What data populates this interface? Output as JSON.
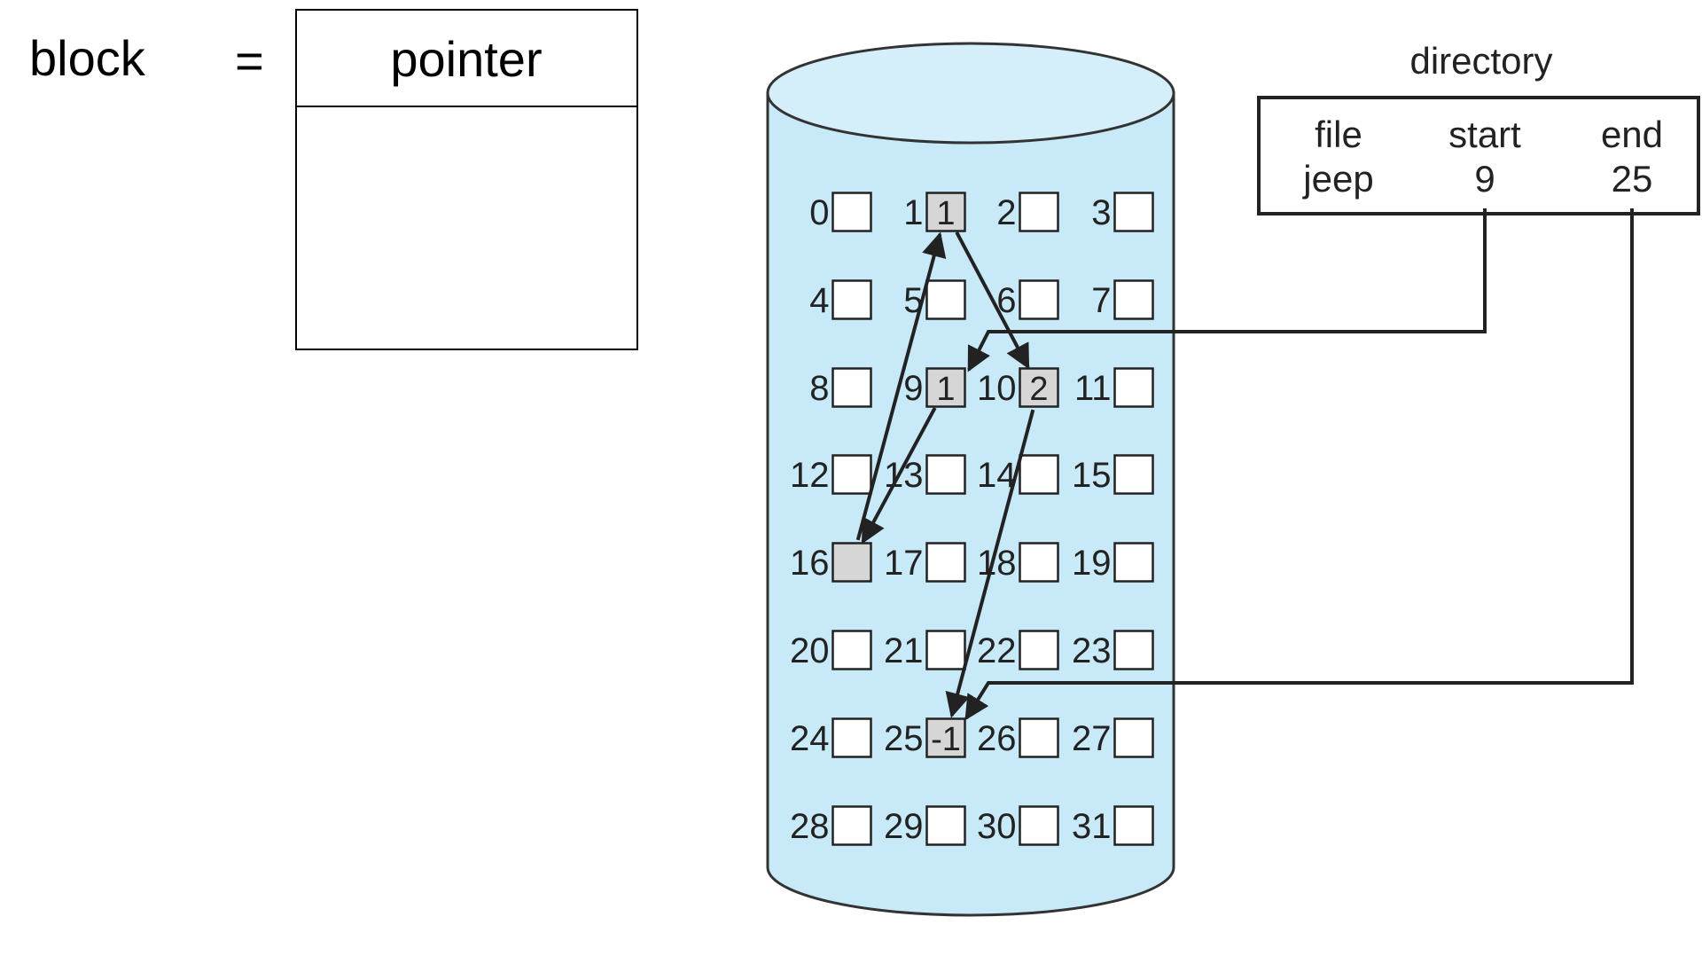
{
  "legend": {
    "block_label": "block",
    "equals": "=",
    "pointer_label": "pointer"
  },
  "disk": {
    "blocks": [
      {
        "n": "0",
        "v": ""
      },
      {
        "n": "1",
        "v": "1"
      },
      {
        "n": "2",
        "v": ""
      },
      {
        "n": "3",
        "v": ""
      },
      {
        "n": "4",
        "v": ""
      },
      {
        "n": "5",
        "v": ""
      },
      {
        "n": "6",
        "v": ""
      },
      {
        "n": "7",
        "v": ""
      },
      {
        "n": "8",
        "v": ""
      },
      {
        "n": "9",
        "v": "1"
      },
      {
        "n": "10",
        "v": "2"
      },
      {
        "n": "11",
        "v": ""
      },
      {
        "n": "12",
        "v": ""
      },
      {
        "n": "13",
        "v": ""
      },
      {
        "n": "14",
        "v": ""
      },
      {
        "n": "15",
        "v": ""
      },
      {
        "n": "16",
        "v": ""
      },
      {
        "n": "17",
        "v": ""
      },
      {
        "n": "18",
        "v": ""
      },
      {
        "n": "19",
        "v": ""
      },
      {
        "n": "20",
        "v": ""
      },
      {
        "n": "21",
        "v": ""
      },
      {
        "n": "22",
        "v": ""
      },
      {
        "n": "23",
        "v": ""
      },
      {
        "n": "24",
        "v": ""
      },
      {
        "n": "25",
        "v": "-1"
      },
      {
        "n": "26",
        "v": ""
      },
      {
        "n": "27",
        "v": ""
      },
      {
        "n": "28",
        "v": ""
      },
      {
        "n": "29",
        "v": ""
      },
      {
        "n": "30",
        "v": ""
      },
      {
        "n": "31",
        "v": ""
      }
    ],
    "used_blocks": [
      1,
      9,
      10,
      16,
      25
    ],
    "chain": [
      9,
      16,
      1,
      10,
      25
    ]
  },
  "directory": {
    "title": "directory",
    "headers": [
      "file",
      "start",
      "end"
    ],
    "row": [
      "jeep",
      "9",
      "25"
    ]
  },
  "colors": {
    "cylinder_fill": "#c8e9f8",
    "cylinder_top": "#d4eefa",
    "used_block": "#d6d6d6",
    "stroke": "#222222"
  }
}
